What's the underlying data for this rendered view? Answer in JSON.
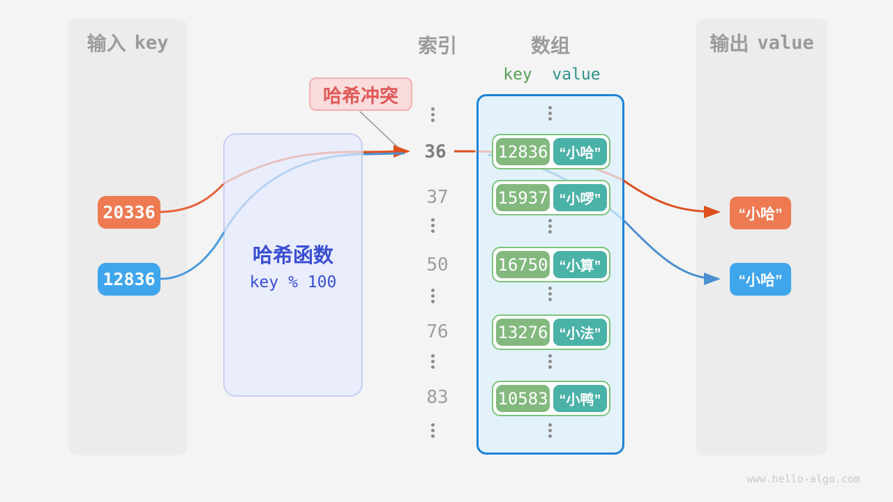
{
  "page": {
    "watermark": "www.hello-algo.com"
  },
  "colors": {
    "background": "#f4f4f4",
    "panel_gray": "#ececec",
    "orange_fill": "#ee7a52",
    "orange_stroke": "#de4f1e",
    "blue_fill": "#3fa5ec",
    "blue_stroke": "#4a8fd0",
    "green_key_fill": "#83b97e",
    "teal_value_fill": "#4bb2a8",
    "row_border_green": "#7cc47c",
    "array_bg": "#e3f1fb",
    "array_border_blue": "#1b83d8",
    "hash_bg": "#e9edfc",
    "hash_border": "#c7cff3",
    "hash_text_indigo": "#3a4ed2",
    "collision_bg": "#fadcdc",
    "collision_text_red": "#e05858",
    "gray_text": "#9b9b9b"
  },
  "input_panel": {
    "title_zh": "输入",
    "title_latin": "key",
    "keys": [
      {
        "value": "20336",
        "color": "orange"
      },
      {
        "value": "12836",
        "color": "blue"
      }
    ]
  },
  "hash_function": {
    "title": "哈希函数",
    "formula": "key % 100"
  },
  "collision_label": {
    "text": "哈希冲突"
  },
  "index_column": {
    "title": "索引",
    "items": [
      "36",
      "37",
      "50",
      "76",
      "83"
    ],
    "highlighted": "36"
  },
  "array_panel": {
    "title": "数组",
    "key_header": "key",
    "value_header": "value",
    "rows": [
      {
        "key": "12836",
        "value": "“小哈”"
      },
      {
        "key": "15937",
        "value": "“小啰”"
      },
      {
        "key": "16750",
        "value": "“小算”"
      },
      {
        "key": "13276",
        "value": "“小法”"
      },
      {
        "key": "10583",
        "value": "“小鸭”"
      }
    ]
  },
  "output_panel": {
    "title_zh": "输出",
    "title_latin": "value",
    "values": [
      {
        "text": "“小哈”",
        "color": "orange"
      },
      {
        "text": "“小哈”",
        "color": "blue"
      }
    ]
  }
}
